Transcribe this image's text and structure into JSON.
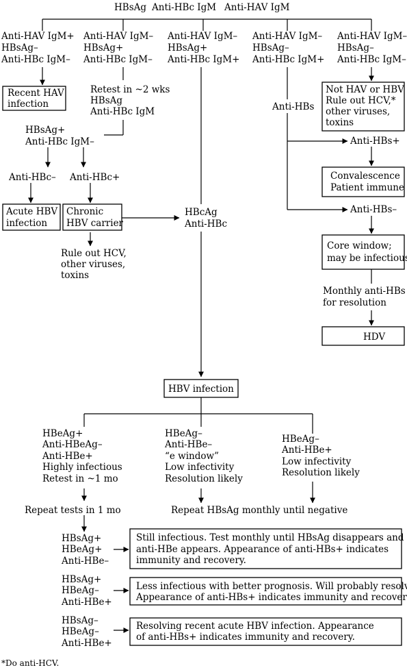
{
  "header": {
    "tests": [
      "HBsAg",
      "Anti-HBc IgM",
      "Anti-HAV IgM"
    ]
  },
  "columns": {
    "col1": [
      "Anti-HAV IgM+",
      "HBsAg–",
      "Anti-HBc IgM–"
    ],
    "col2": [
      "Anti-HAV IgM–",
      "HBsAg+",
      "Anti-HBc IgM–"
    ],
    "col3": [
      "Anti-HAV IgM–",
      "HBsAg+",
      "Anti-HBc IgM+"
    ],
    "col4": [
      "Anti-HAV IgM–",
      "HBsAg–",
      "Anti-HBc IgM+"
    ],
    "col5": [
      "Anti-HAV IgM–",
      "HBsAg–",
      "Anti-HBc IgM–"
    ]
  },
  "nodes": {
    "recent_hav": [
      "Recent HAV",
      "infection"
    ],
    "retest": [
      "Retest in ~2 wks",
      "HBsAg",
      "Anti-HBc IgM"
    ],
    "hbsag_pos_igm_neg": [
      "HBsAg+",
      "Anti-HBc IgM–"
    ],
    "anti_hbc_neg": "Anti-HBc–",
    "anti_hbc_pos": "Anti-HBc+",
    "acute_hbv": [
      "Acute HBV",
      "infection"
    ],
    "chronic_carrier": [
      "Chronic",
      "HBV carrier"
    ],
    "rule_out_left": [
      "Rule out HCV,",
      "other viruses,",
      "toxins"
    ],
    "hbcag": [
      "HBcAg",
      "Anti-HBc"
    ],
    "not_hav_hbv": [
      "Not HAV or HBV",
      "Rule out HCV,*",
      "other viruses,",
      "toxins"
    ],
    "anti_hbs": "Anti-HBs",
    "anti_hbs_pos": "Anti-HBs+",
    "convalescence": [
      "Convalescence",
      "Patient immune"
    ],
    "anti_hbs_neg": "Anti-HBs–",
    "core_window": [
      "Core window;",
      "may be infectious"
    ],
    "monthly_anti_hbs": [
      "Monthly anti-HBs",
      "for resolution"
    ],
    "hdv": "HDV",
    "hbv_infection": "HBV infection",
    "branch_left": [
      "HBeAg+",
      "Anti-HBeAg–",
      "Anti-HBe+",
      "Highly infectious",
      "Retest in ~1 mo"
    ],
    "branch_mid": [
      "HBeAg–",
      "Anti-HBe–",
      "“e window”",
      "Low infectivity",
      "Resolution likely"
    ],
    "branch_right": [
      "HBeAg–",
      "Anti-HBe+",
      "Low infectivity",
      "Resolution likely"
    ],
    "repeat_tests": "Repeat tests in 1 mo",
    "repeat_hbsag": "Repeat HBsAg monthly until negative"
  },
  "results": [
    {
      "markers": [
        "HBsAg+",
        "HBeAg+",
        "Anti-HBe–"
      ],
      "text": [
        "Still infectious. Test monthly until HBsAg disappears and",
        "anti-HBe appears. Appearance of anti-HBs+ indicates",
        "immunity and recovery."
      ]
    },
    {
      "markers": [
        "HBsAg+",
        "HBeAg–",
        "Anti-HBe+"
      ],
      "text": [
        "Less infectious with better prognosis. Will probably resolve.",
        "Appearance of anti-HBs+ indicates immunity and recovery."
      ]
    },
    {
      "markers": [
        "HBsAg–",
        "HBeAg–",
        "Anti-HBe+"
      ],
      "text": [
        "Resolving recent acute HBV infection. Appearance",
        "of anti-HBs+ indicates immunity and recovery."
      ]
    }
  ],
  "footnote": "*Do anti-HCV."
}
